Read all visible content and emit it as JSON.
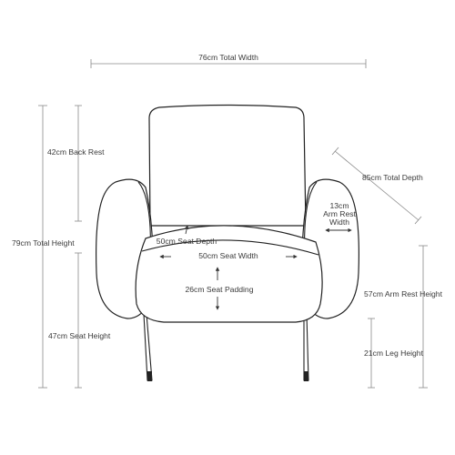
{
  "colors": {
    "dimension_line": "#8a8a8a",
    "outline": "#222222",
    "text": "#3a3a3a",
    "background": "#ffffff"
  },
  "labels": {
    "total_width": "76cm Total Width",
    "total_depth": "85cm Total Depth",
    "back_rest": "42cm Back Rest",
    "total_height": "79cm Total Height",
    "seat_height": "47cm Seat Height",
    "arm_rest_width": [
      "13cm",
      "Arm Rest",
      "Width"
    ],
    "seat_depth": "50cm Seat Depth",
    "seat_width": "50cm Seat Width",
    "seat_padding": "26cm Seat Padding",
    "arm_rest_height": "57cm Arm Rest Height",
    "leg_height": "21cm Leg Height"
  }
}
